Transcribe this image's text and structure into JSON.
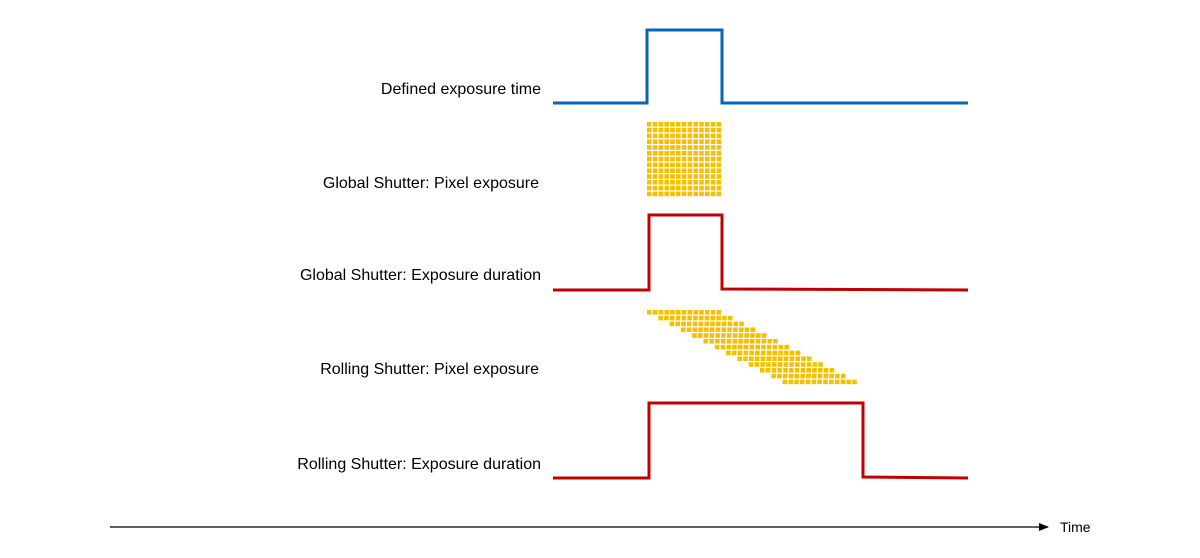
{
  "diagram": {
    "rows": [
      {
        "label": "Defined exposure time",
        "kind": "signal",
        "color": "#0563c1"
      },
      {
        "label": "Global Shutter: Pixel exposure",
        "kind": "pixels",
        "color": "#f5c000"
      },
      {
        "label": "Global Shutter: Exposure duration",
        "kind": "signal",
        "color": "#c00000"
      },
      {
        "label": "Rolling Shutter: Pixel exposure",
        "kind": "pixels",
        "color": "#f5c000"
      },
      {
        "label": "Rolling Shutter: Exposure duration",
        "kind": "signal",
        "color": "#c00000"
      }
    ],
    "axis": {
      "label": "Time",
      "color": "#000000"
    }
  }
}
